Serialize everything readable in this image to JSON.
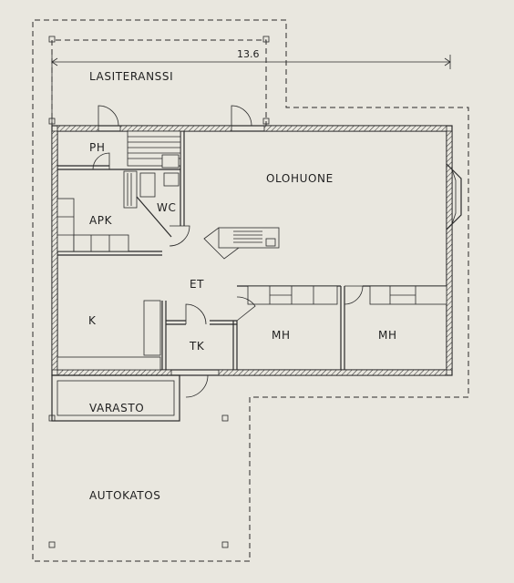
{
  "rooms": {
    "lasiteranssi": "LASITERANSSI",
    "ph": "PH",
    "wc": "WC",
    "apk": "APK",
    "olohuone": "OLOHUONE",
    "et": "ET",
    "k": "K",
    "tk": "TK",
    "mh1": "MH",
    "mh2": "MH",
    "varasto": "VARASTO",
    "autokatos": "AUTOKATOS"
  },
  "dimension": "13.6"
}
